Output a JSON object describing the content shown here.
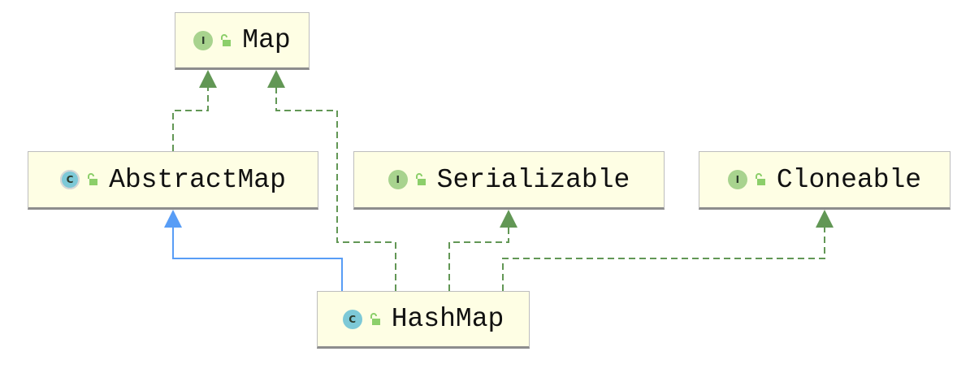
{
  "diagram": {
    "nodes": [
      {
        "id": "map",
        "label": "Map",
        "kind": "interface",
        "badge": "I",
        "icon": "interface-icon"
      },
      {
        "id": "abstractmap",
        "label": "AbstractMap",
        "kind": "abstract-class",
        "badge": "C",
        "icon": "abstract-class-icon"
      },
      {
        "id": "serializable",
        "label": "Serializable",
        "kind": "interface",
        "badge": "I",
        "icon": "interface-icon"
      },
      {
        "id": "cloneable",
        "label": "Cloneable",
        "kind": "interface",
        "badge": "I",
        "icon": "interface-icon"
      },
      {
        "id": "hashmap",
        "label": "HashMap",
        "kind": "class",
        "badge": "C",
        "icon": "class-icon"
      }
    ],
    "edges": [
      {
        "from": "abstractmap",
        "to": "map",
        "type": "implements"
      },
      {
        "from": "hashmap",
        "to": "map",
        "type": "implements"
      },
      {
        "from": "hashmap",
        "to": "abstractmap",
        "type": "extends"
      },
      {
        "from": "hashmap",
        "to": "serializable",
        "type": "implements"
      },
      {
        "from": "hashmap",
        "to": "cloneable",
        "type": "implements"
      }
    ],
    "colors": {
      "implements": "#629755",
      "extends": "#589df6",
      "node_fill": "#fefee4",
      "interface_badge": "#a8d38e",
      "class_badge": "#7dc9d7",
      "lock": "#8ccf6a"
    }
  }
}
